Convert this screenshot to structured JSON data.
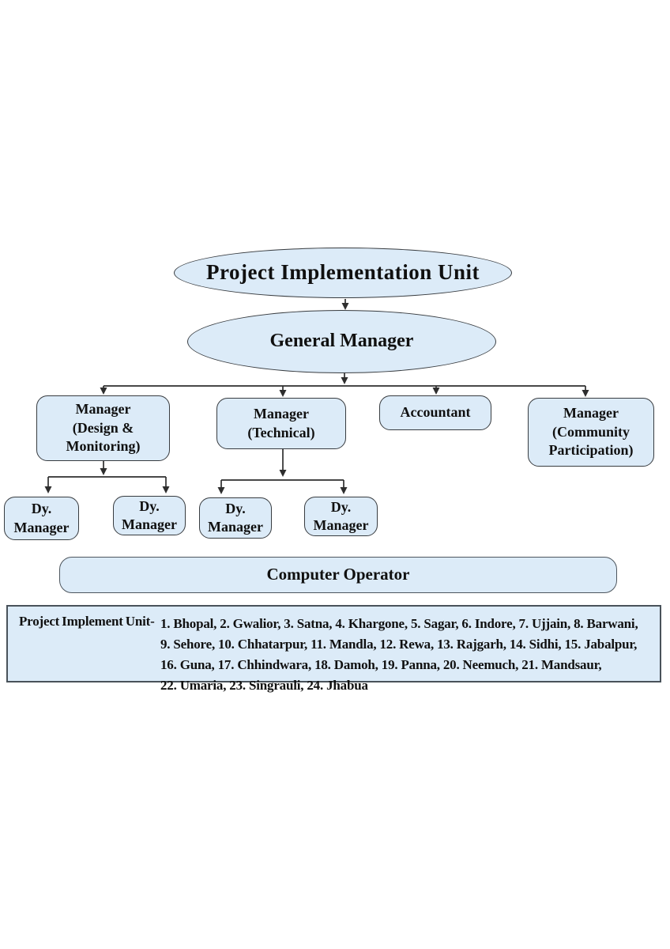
{
  "title": "Project Implementation Unit organization chart",
  "nodes": {
    "root": "Project Implementation Unit",
    "general_manager": "General Manager",
    "manager_design": "Manager\n(Design &\nMonitoring)",
    "manager_technical": "Manager\n(Technical)",
    "accountant": "Accountant",
    "manager_community": "Manager\n(Community\nParticipation)",
    "dy_manager": "Dy.\nManager",
    "computer_operator": "Computer Operator"
  },
  "footer": {
    "label": "Project Implement Unit-",
    "lines": [
      "1. Bhopal, 2. Gwalior, 3. Satna, 4. Khargone, 5. Sagar, 6. Indore, 7. Ujjain, 8. Barwani,",
      "9. Sehore, 10. Chhatarpur, 11. Mandla, 12. Rewa, 13. Rajgarh, 14. Sidhi, 15. Jabalpur,",
      "16. Guna, 17. Chhindwara, 18. Damoh, 19. Panna, 20. Neemuch, 21. Mandsaur,",
      "22. Umaria, 23. Singrauli, 24. Jhabua"
    ]
  },
  "colors": {
    "node_fill": "#dcebf8",
    "node_border": "#383c40",
    "connector": "#2e2e2e",
    "text": "#101010",
    "footer_border": "#49525a"
  }
}
